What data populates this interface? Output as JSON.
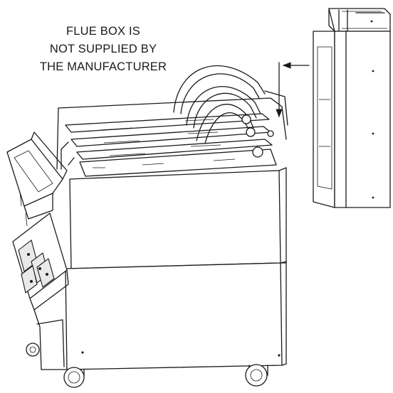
{
  "caption": {
    "line1": "FLUE BOX IS",
    "line2": "NOT SUPPLIED BY",
    "line3": "THE MANUFACTURER"
  },
  "colors": {
    "ink": "#1a1a1a",
    "paper": "#ffffff",
    "shade": "#e9e9e9"
  },
  "icons": [
    "arrow-left-icon",
    "arrow-down-icon",
    "caster-wheel-icon"
  ]
}
